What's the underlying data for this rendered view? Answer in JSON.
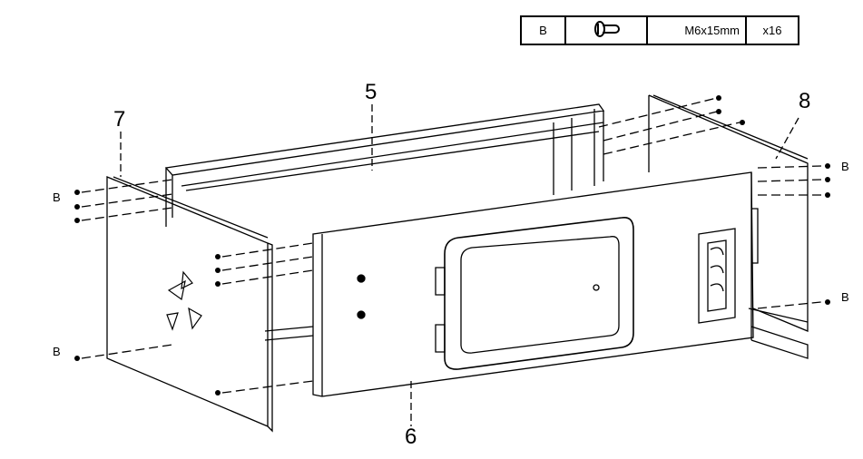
{
  "parts_table": {
    "code": "B",
    "icon": "screw-icon",
    "size": "M6x15mm",
    "qty": "x16"
  },
  "callouts": {
    "p5": "5",
    "p6": "6",
    "p7": "7",
    "p8": "8"
  },
  "screw_labels": [
    "B",
    "B",
    "B",
    "B"
  ]
}
